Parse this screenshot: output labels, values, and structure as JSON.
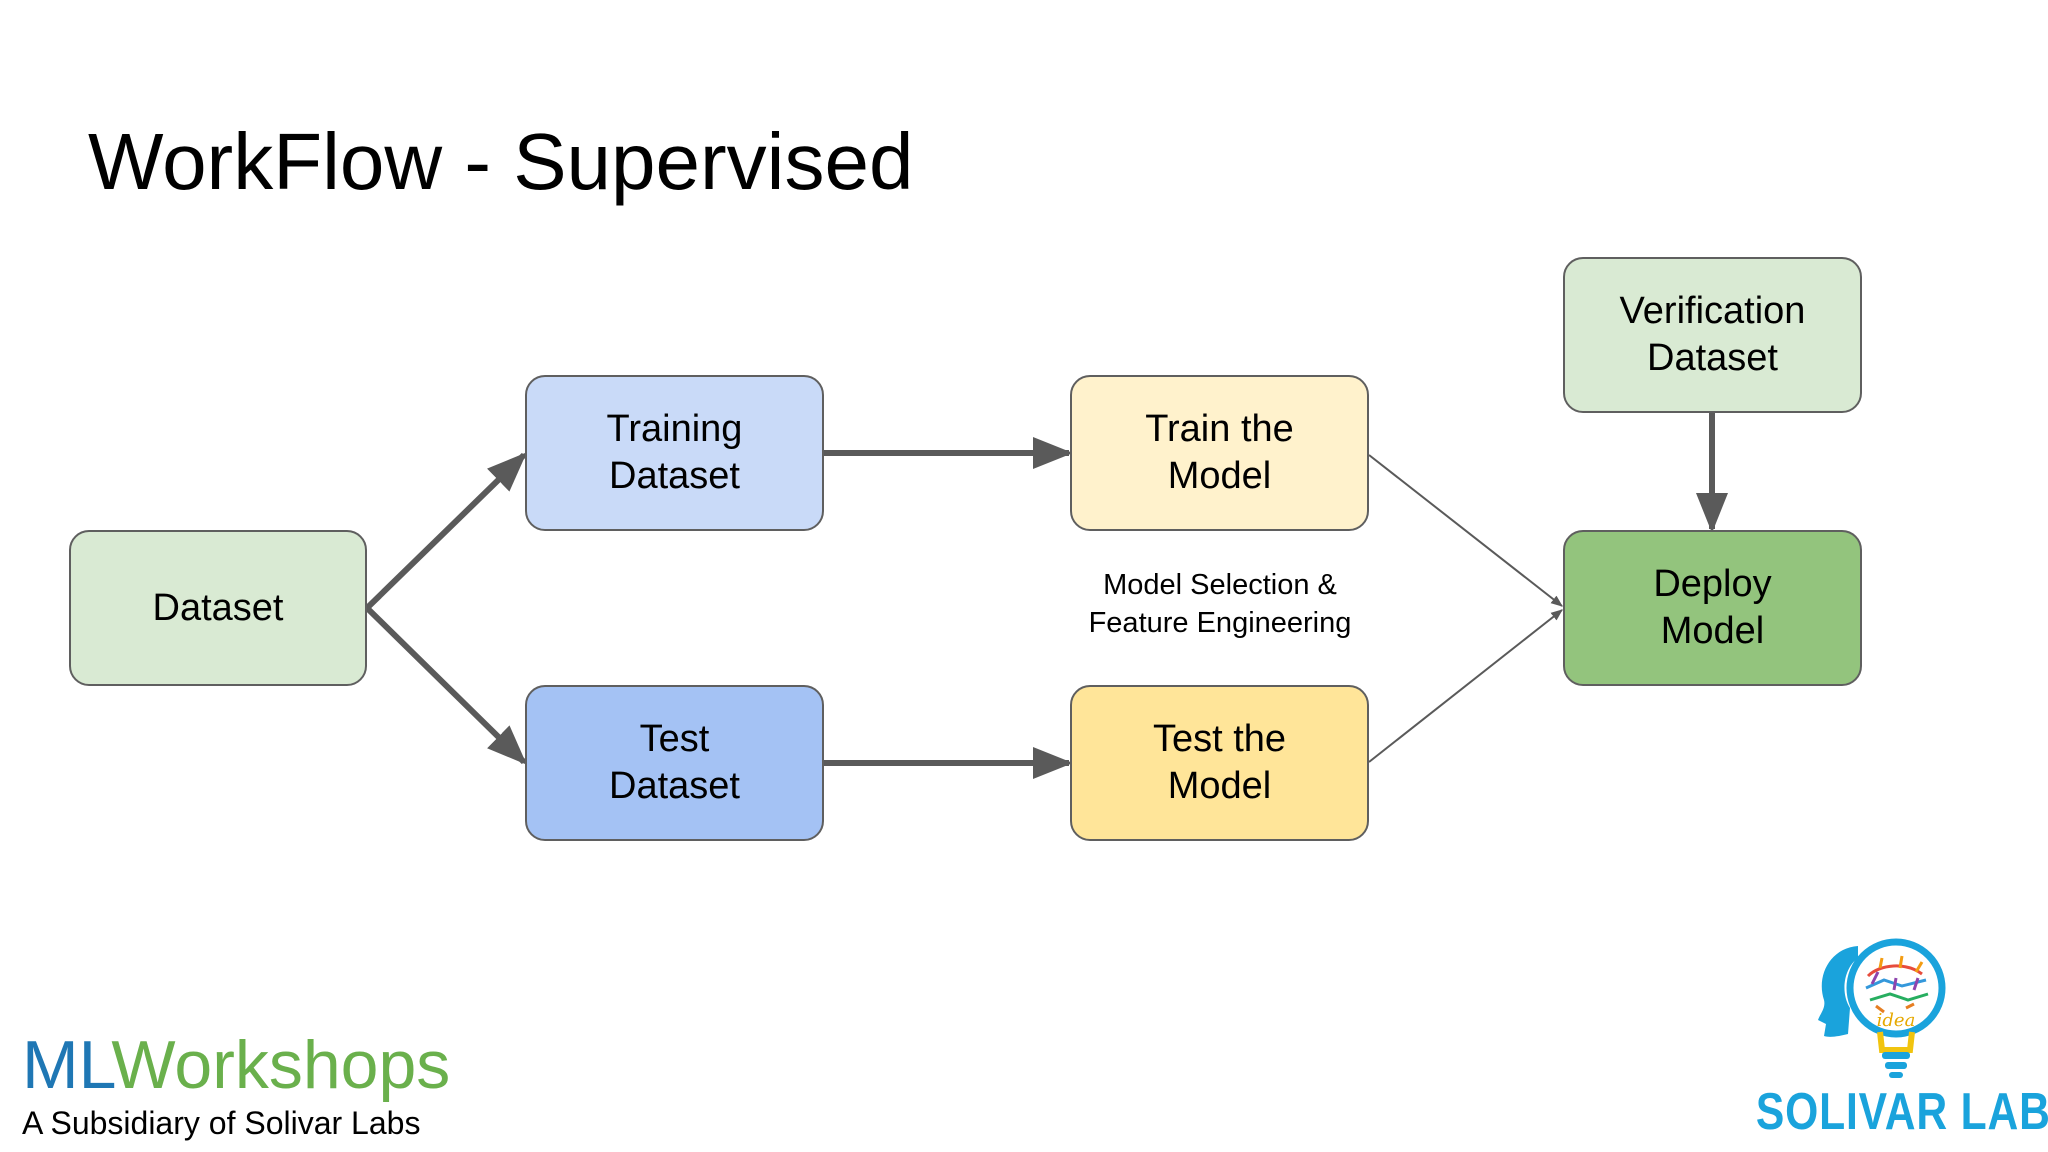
{
  "slide": {
    "title": "WorkFlow - Supervised"
  },
  "nodes": {
    "dataset": {
      "lines": [
        "Dataset"
      ]
    },
    "training_dataset": {
      "lines": [
        "Training",
        "Dataset"
      ]
    },
    "test_dataset": {
      "lines": [
        "Test",
        "Dataset"
      ]
    },
    "train_model": {
      "lines": [
        "Train the",
        "Model"
      ]
    },
    "test_model": {
      "lines": [
        "Test the",
        "Model"
      ]
    },
    "verification_dataset": {
      "lines": [
        "Verification",
        "Dataset"
      ]
    },
    "deploy_model": {
      "lines": [
        "Deploy",
        "Model"
      ]
    }
  },
  "annotation": {
    "lines": [
      "Model Selection &",
      "Feature Engineering"
    ]
  },
  "edges": [
    {
      "from": "Dataset",
      "to": "Training Dataset"
    },
    {
      "from": "Dataset",
      "to": "Test Dataset"
    },
    {
      "from": "Training Dataset",
      "to": "Train the Model"
    },
    {
      "from": "Test Dataset",
      "to": "Test the Model"
    },
    {
      "from": "Train the Model",
      "to": "Deploy Model"
    },
    {
      "from": "Test the Model",
      "to": "Deploy Model"
    },
    {
      "from": "Verification Dataset",
      "to": "Deploy Model"
    }
  ],
  "branding": {
    "ml": "ML",
    "workshops": "Workshops",
    "subsidiary": "A Subsidiary of Solivar Labs",
    "logo_text": "SOLIVAR LABS",
    "logo_icon": "head-lightbulb-idea-icon",
    "logo_handwriting": "idea"
  },
  "colors": {
    "ml_blue": "#1f77b4",
    "workshops_green": "#6ab04c",
    "solivar_blue": "#1aa3dc",
    "edge_gray": "#5a5a5a"
  }
}
